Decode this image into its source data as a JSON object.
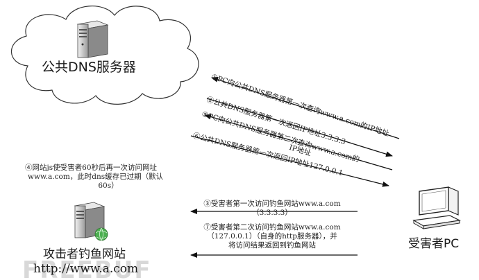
{
  "nodes": {
    "dns_server": "公共DNS服务器",
    "phishing_site": "攻击者钓鱼网站",
    "phishing_url": "http://www.a.com",
    "victim_pc": "受害者PC"
  },
  "steps": {
    "s1": "①PC向公共DNS服务器第一次查询www.a.com的IP地址",
    "s2": "②公共DNS服务器第一次返回IP地址3.3.3.3",
    "s5_line1": "⑤PC向公共DNS服务器第二次查询www.a.com的",
    "s5_line2": "IP地址",
    "s6": "⑥公共DNS服务器第一次返回IP地址127.0.0.1",
    "s4_line1": "④网站js使受害者60秒后再一次访问网址",
    "s4_line2": "www.a.com，此时dns缓存已过期（默认",
    "s4_line3": "60s）",
    "s3_line1": "③受害者第一次访问钓鱼网站www.a.com",
    "s3_line2": "（3.3.3.3）",
    "s7_line1": "⑦受害者第二次访问钓鱼网站www.a.com",
    "s7_line2": "（127.0.0.1）（自身的http服务器），并",
    "s7_line3": "将访问结果返回到钓鱼网站"
  },
  "watermark": "FREEBUF",
  "colors": {
    "line": "#111111",
    "cloud": "#333333",
    "server_body": "#d9d9d9",
    "globe": "#3a9a3a"
  }
}
